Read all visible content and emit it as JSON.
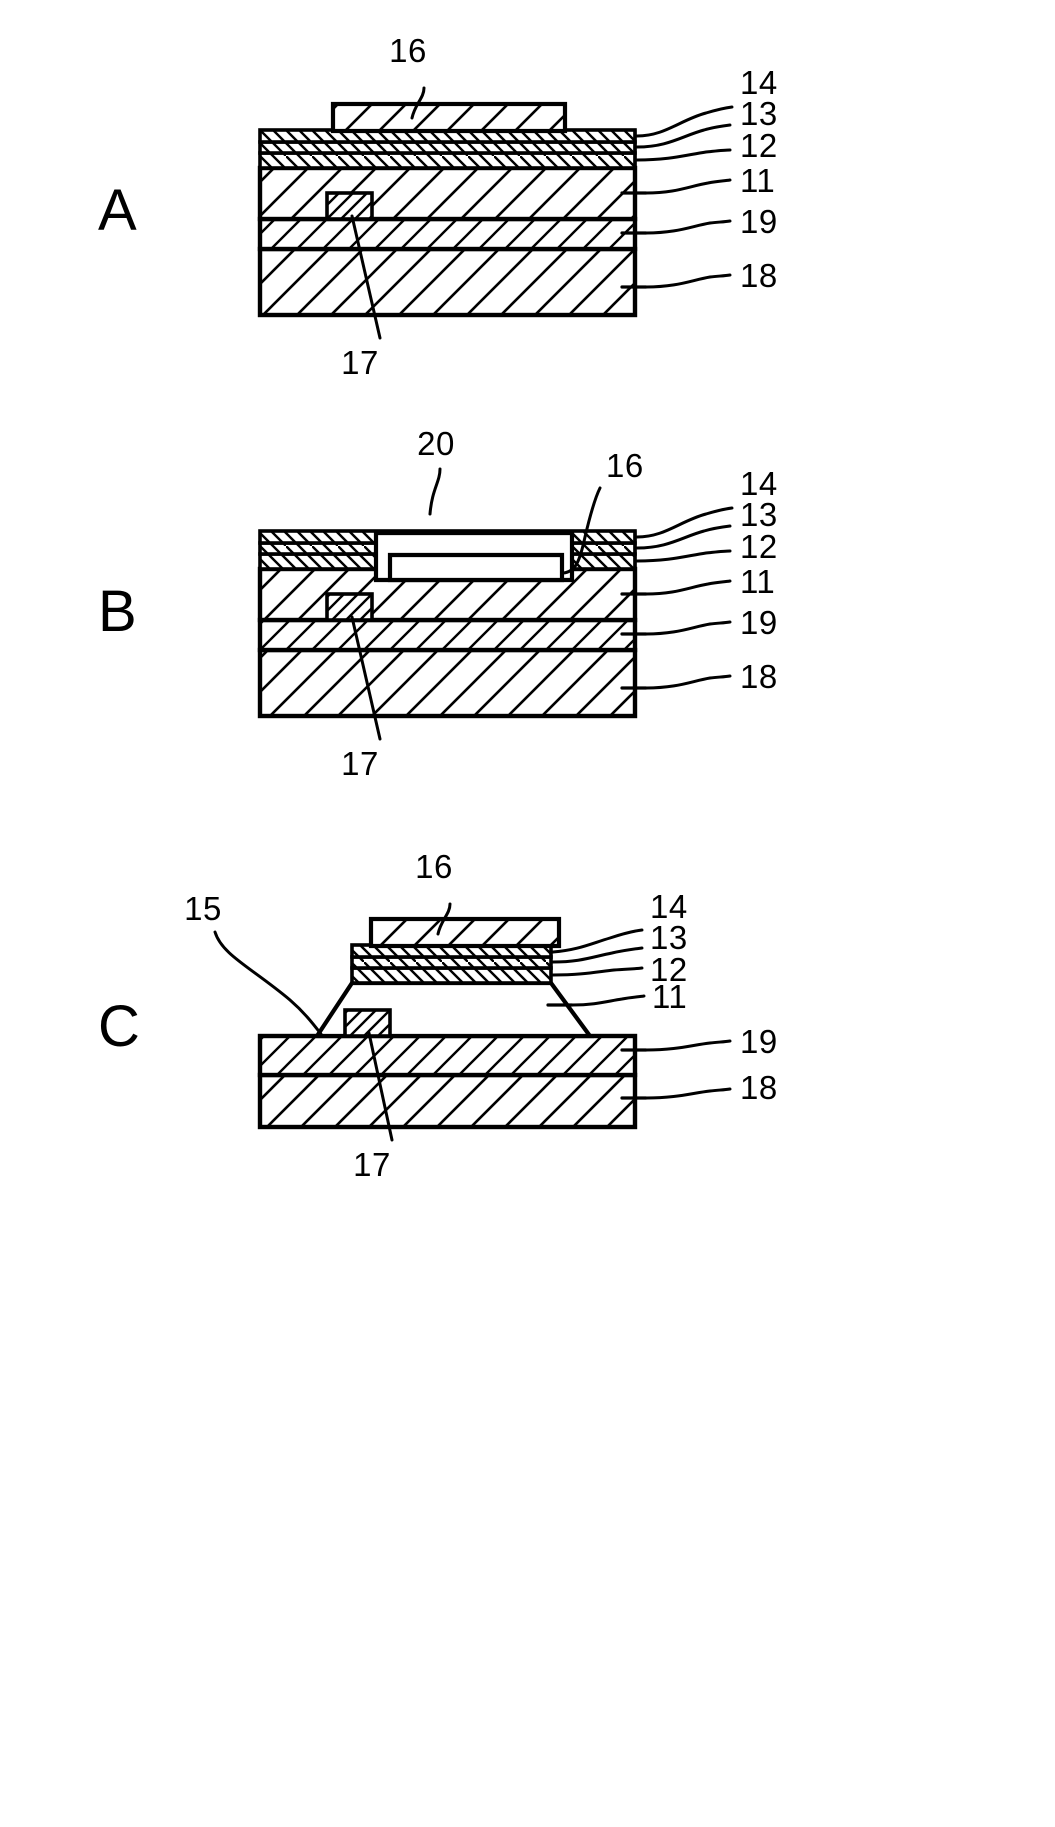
{
  "figure": {
    "title": "Semiconductor device cross-section figure with three panels",
    "background_color": "#ffffff",
    "line_color": "#000000"
  },
  "panels": [
    {
      "letter": "A",
      "labels": [
        {
          "id": "a-16",
          "text": "16"
        },
        {
          "id": "a-14",
          "text": "14"
        },
        {
          "id": "a-13",
          "text": "13"
        },
        {
          "id": "a-12",
          "text": "12"
        },
        {
          "id": "a-11",
          "text": "11"
        },
        {
          "id": "a-19",
          "text": "19"
        },
        {
          "id": "a-18",
          "text": "18"
        },
        {
          "id": "a-17",
          "text": "17"
        }
      ]
    },
    {
      "letter": "B",
      "labels": [
        {
          "id": "b-20",
          "text": "20"
        },
        {
          "id": "b-16",
          "text": "16"
        },
        {
          "id": "b-14",
          "text": "14"
        },
        {
          "id": "b-13",
          "text": "13"
        },
        {
          "id": "b-12",
          "text": "12"
        },
        {
          "id": "b-11",
          "text": "11"
        },
        {
          "id": "b-19",
          "text": "19"
        },
        {
          "id": "b-18",
          "text": "18"
        },
        {
          "id": "b-17",
          "text": "17"
        }
      ]
    },
    {
      "letter": "C",
      "labels": [
        {
          "id": "c-16",
          "text": "16"
        },
        {
          "id": "c-15",
          "text": "15"
        },
        {
          "id": "c-14",
          "text": "14"
        },
        {
          "id": "c-13",
          "text": "13"
        },
        {
          "id": "c-12",
          "text": "12"
        },
        {
          "id": "c-11",
          "text": "11"
        },
        {
          "id": "c-19",
          "text": "19"
        },
        {
          "id": "c-18",
          "text": "18"
        },
        {
          "id": "c-17",
          "text": "17"
        }
      ]
    }
  ],
  "panel_a": {
    "letter": "A",
    "label_16": "16",
    "label_14": "14",
    "label_13": "13",
    "label_12": "12",
    "label_11": "11",
    "label_19": "19",
    "label_18": "18",
    "label_17": "17"
  },
  "panel_b": {
    "letter": "B",
    "label_20": "20",
    "label_16": "16",
    "label_14": "14",
    "label_13": "13",
    "label_12": "12",
    "label_11": "11",
    "label_19": "19",
    "label_18": "18",
    "label_17": "17"
  },
  "panel_c": {
    "letter": "C",
    "label_16": "16",
    "label_15": "15",
    "label_14": "14",
    "label_13": "13",
    "label_12": "12",
    "label_11": "11",
    "label_19": "19",
    "label_18": "18",
    "label_17": "17"
  }
}
